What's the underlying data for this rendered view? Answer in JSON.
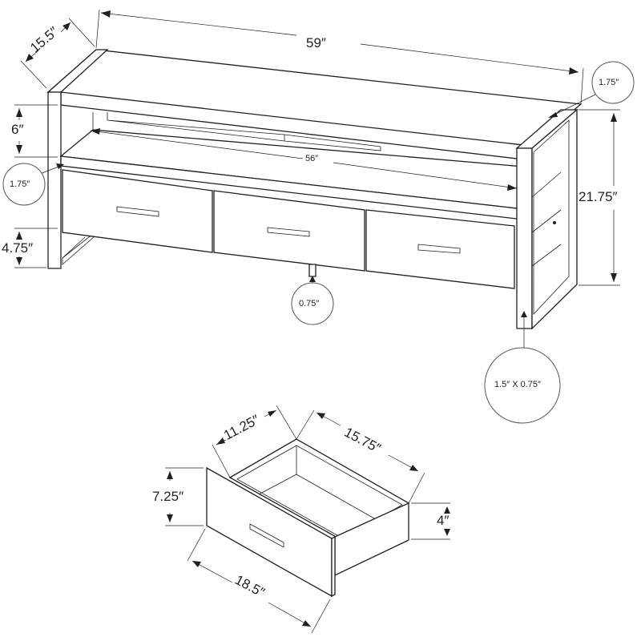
{
  "diagram": {
    "subject": "TV stand with three drawers and open shelf",
    "stand_dimensions": {
      "width": "59″",
      "depth": "15.5″",
      "height": "21.75″",
      "shelf_height": "6″",
      "inner_width": "56″",
      "top_thickness": "1.75″",
      "side_thickness": "1.75″",
      "floor_clearance": "4.75″",
      "center_leg": "0.75″",
      "leg_profile": "1.5″ X 0.75″"
    },
    "drawer_dimensions": {
      "front_width": "18.5″",
      "front_height": "7.25″",
      "box_width": "15.75″",
      "box_depth": "11.25″",
      "box_height": "4″"
    },
    "colors": {
      "line": "#231f20",
      "background": "#ffffff"
    }
  }
}
